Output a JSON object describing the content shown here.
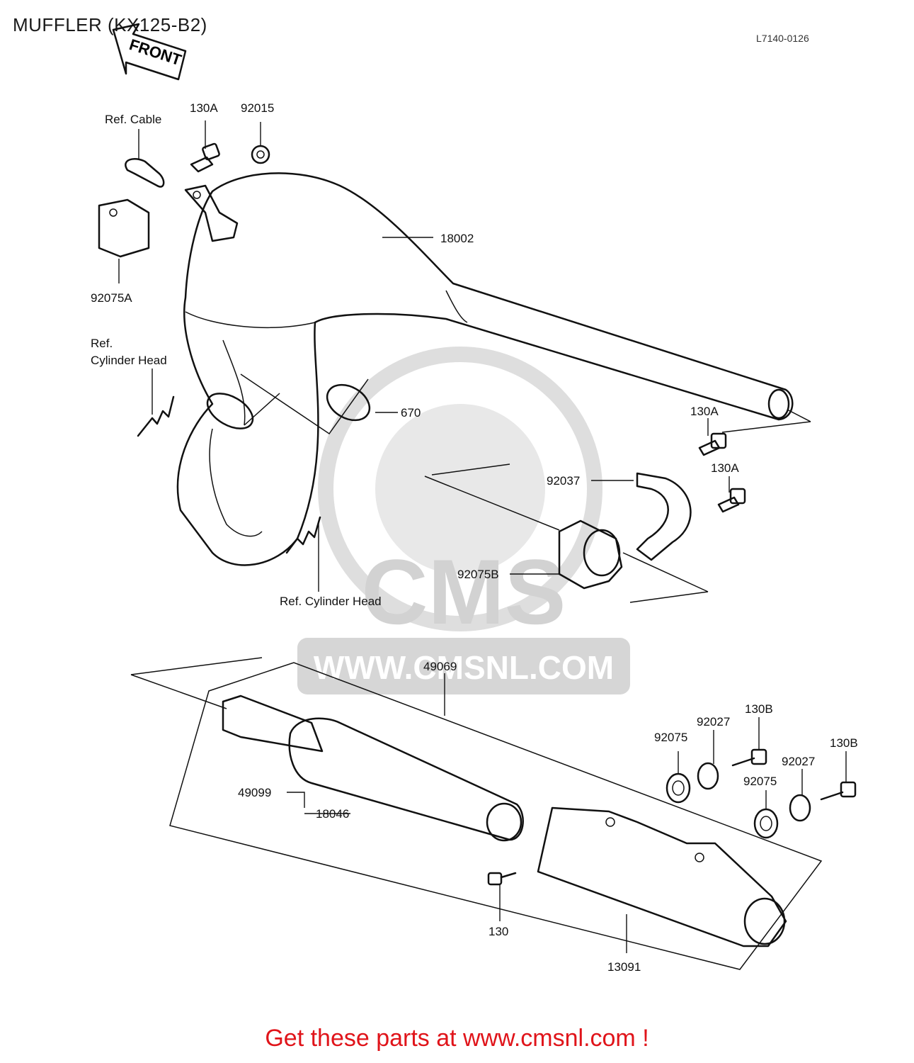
{
  "header": {
    "title": "MUFFLER (KX125-B2)",
    "diagram_code": "L7140-0126",
    "front_arrow": "FRONT"
  },
  "labels": {
    "ref_cable": "Ref. Cable",
    "p130a_top": "130A",
    "p92015": "92015",
    "p92075a": "92075A",
    "p18002": "18002",
    "ref_cyl_head_1": "Ref.",
    "ref_cyl_head_2": "Cylinder Head",
    "p670": "670",
    "p130a_right": "130A",
    "p92037": "92037",
    "p130a_bracket": "130A",
    "p92075b": "92075B",
    "ref_cyl_head_bottom": "Ref. Cylinder Head",
    "p49069": "49069",
    "p92027_left": "92027",
    "p130b_left": "130B",
    "p92075_left": "92075",
    "p130b_right": "130B",
    "p92027_right": "92027",
    "p92075_right": "92075",
    "p49099": "49099",
    "p18046": "18046",
    "p130": "130",
    "p13091": "13091"
  },
  "watermark": {
    "brand": "CMS",
    "site": "WWW.CMSNL.COM"
  },
  "footer": {
    "banner": "Get these parts at www.cmsnl.com !"
  },
  "colors": {
    "line": "#111111",
    "banner": "#e0141a",
    "watermark": "#d9d9d9"
  }
}
